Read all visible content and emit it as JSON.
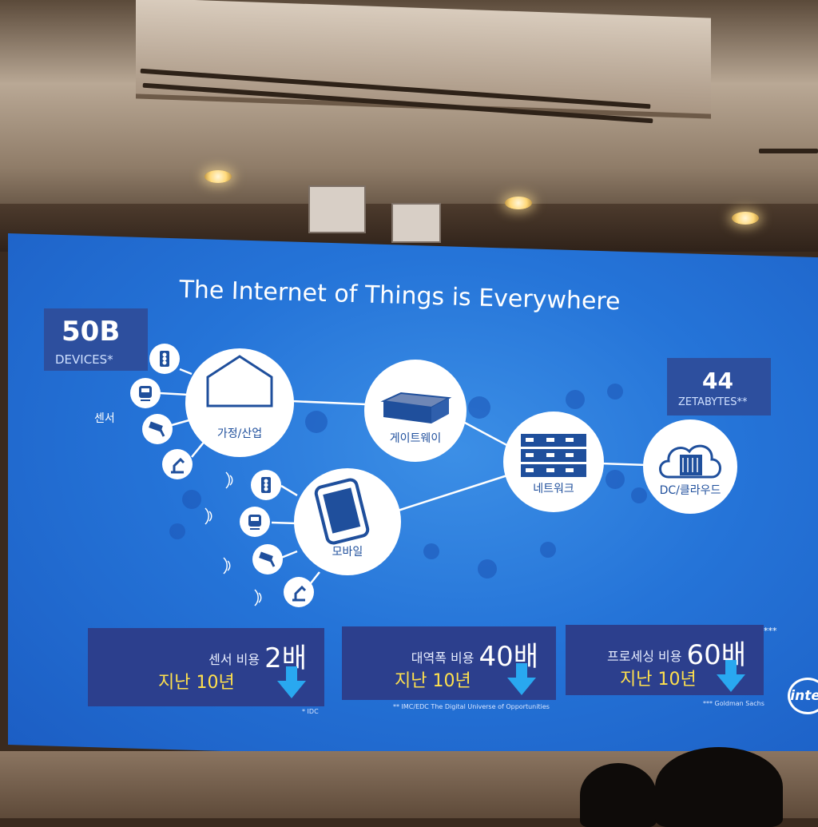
{
  "slide": {
    "title": "The Internet of Things is Everywhere",
    "stats": {
      "devices": {
        "value": "50B",
        "unit": "DEVICES*"
      },
      "data": {
        "value": "44",
        "unit": "ZETABYTES**"
      }
    },
    "sensor_label": "센서",
    "nodes": {
      "home": "가정/산업",
      "gateway": "게이트웨이",
      "network": "네트워크",
      "cloud": "DC/클라우드",
      "mobile": "모바일"
    },
    "cost_boxes": [
      {
        "label": "센서 비용",
        "factor": "2배",
        "period": "지난 10년"
      },
      {
        "label": "대역폭 비용",
        "factor": "40배",
        "period": "지난 10년"
      },
      {
        "label": "프로세싱 비용",
        "factor": "60배",
        "period": "지난 10년"
      }
    ],
    "sources": {
      "s1": "* IDC",
      "s2": "** IMC/EDC  The Digital Universe of Opportunities",
      "s3": "*** Goldman Sachs"
    },
    "footnote_mark": "***",
    "logo": "intel"
  },
  "icons": [
    "house-icon",
    "gateway-box-icon",
    "network-rack-icon",
    "cloud-server-icon",
    "smartphone-icon",
    "traffic-light-icon",
    "train-icon",
    "camera-icon",
    "robot-arm-icon",
    "wifi-icon",
    "down-arrow-icon"
  ],
  "colors": {
    "slide_blue": "#2574d8",
    "box_navy": "#2c3f8d",
    "accent_yellow": "#ffe14d",
    "arrow_blue": "#29a8f0"
  }
}
